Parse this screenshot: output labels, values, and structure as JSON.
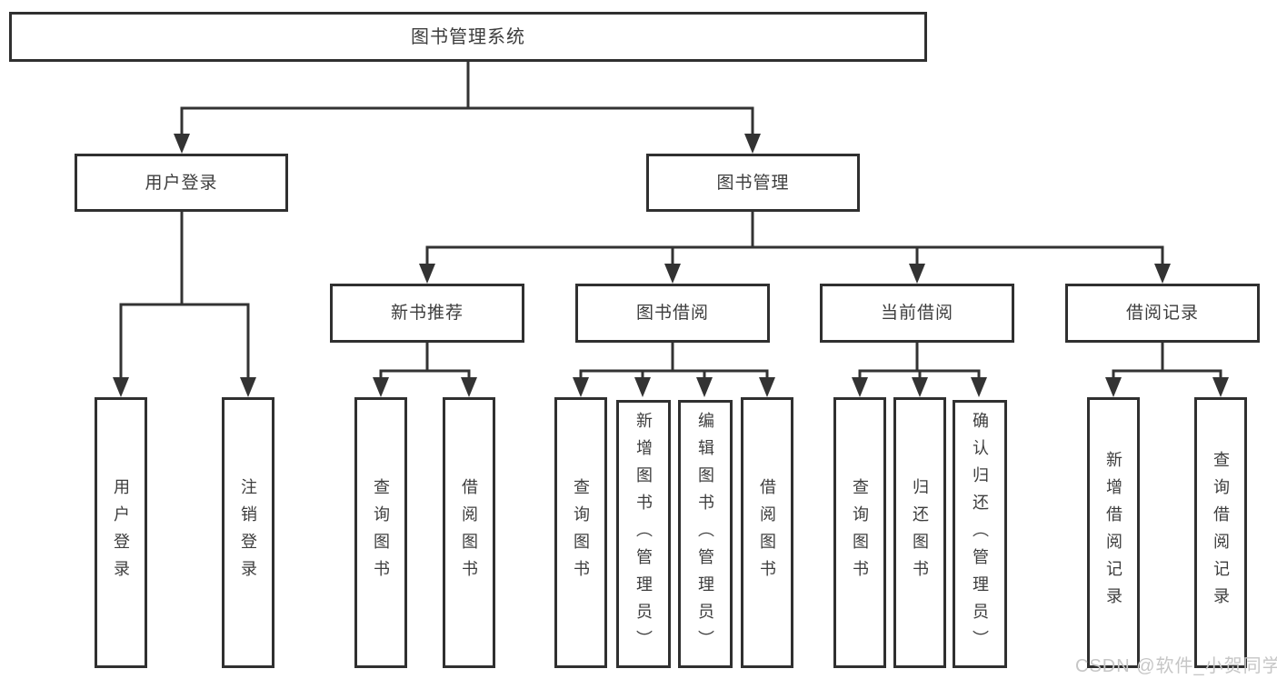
{
  "diagram": {
    "root": {
      "label": "图书管理系统"
    },
    "branches": [
      {
        "label": "用户登录",
        "children": [
          {
            "label": "用户登录"
          },
          {
            "label": "注销登录"
          }
        ]
      },
      {
        "label": "图书管理",
        "children": [
          {
            "label": "新书推荐",
            "children": [
              {
                "label": "查询图书"
              },
              {
                "label": "借阅图书"
              }
            ]
          },
          {
            "label": "图书借阅",
            "children": [
              {
                "label": "查询图书"
              },
              {
                "label": "新增图书（管理员）"
              },
              {
                "label": "编辑图书（管理员）"
              },
              {
                "label": "借阅图书"
              }
            ]
          },
          {
            "label": "当前借阅",
            "children": [
              {
                "label": "查询图书"
              },
              {
                "label": "归还图书"
              },
              {
                "label": "确认归还（管理员）"
              }
            ]
          },
          {
            "label": "借阅记录",
            "children": [
              {
                "label": "新增借阅记录"
              },
              {
                "label": "查询借阅记录"
              }
            ]
          }
        ]
      }
    ]
  },
  "watermark": {
    "text": "CSDN @软件_小贺同学"
  },
  "colors": {
    "line": "#333333",
    "box-border": "#303030",
    "text": "#3d3d3d",
    "watermark": "#c6c6c6",
    "background": "#ffffff"
  }
}
